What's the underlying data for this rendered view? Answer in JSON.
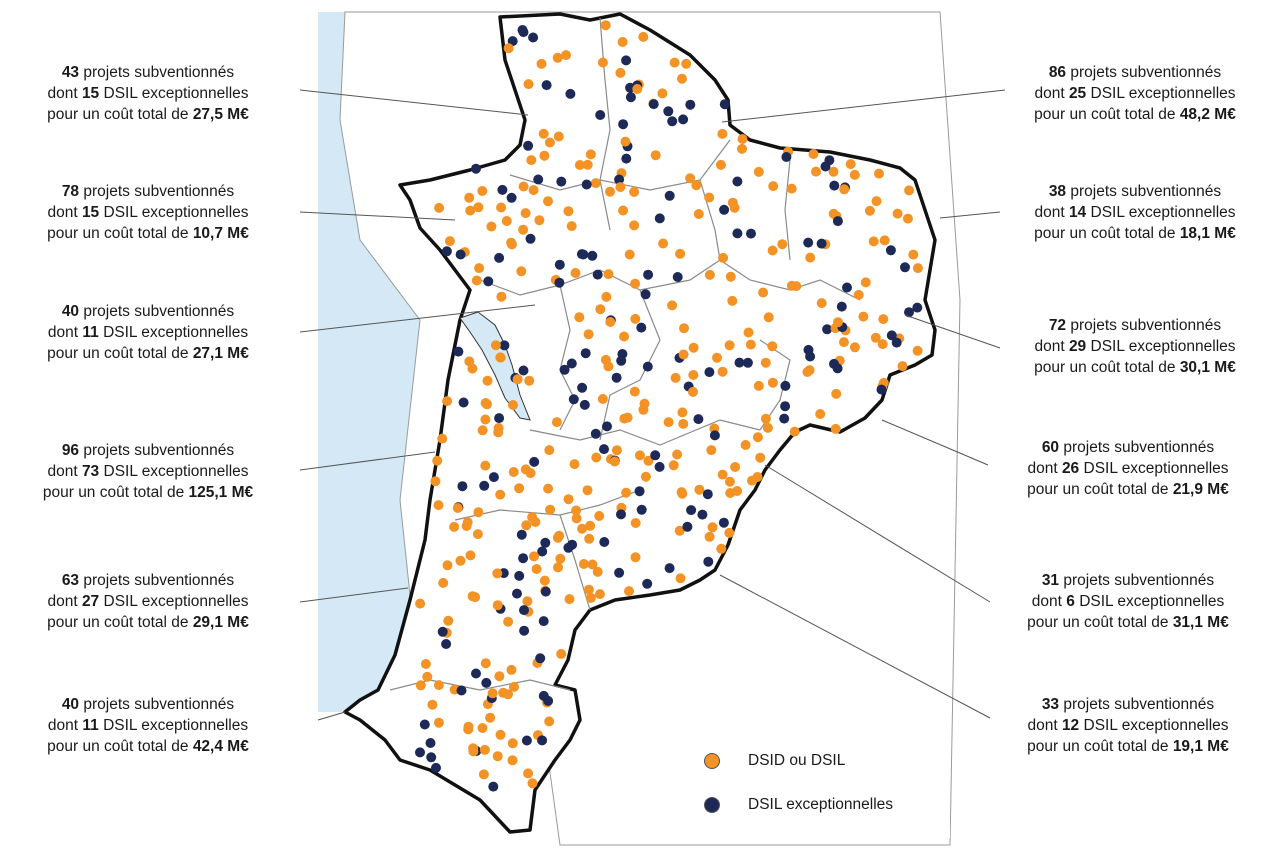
{
  "colors": {
    "sea": "#d4e9f5",
    "region_fill": "#ffffff",
    "outside_fill": "#ffffff",
    "border_region": "#111111",
    "border_dept": "#9a9a9a",
    "dsid": "#f39325",
    "exceptionnelle": "#1d2957"
  },
  "labels": {
    "projets": "projets subventionnés",
    "dont": "dont",
    "dsil_exc": "DSIL exceptionnelles",
    "cout": "pour un coût total de"
  },
  "callouts_left": [
    {
      "projets": "43",
      "dsil": "15",
      "cout": "27,5 M€"
    },
    {
      "projets": "78",
      "dsil": "15",
      "cout": "10,7 M€"
    },
    {
      "projets": "40",
      "dsil": "11",
      "cout": "27,1 M€"
    },
    {
      "projets": "96",
      "dsil": "73",
      "cout": "125,1 M€"
    },
    {
      "projets": "63",
      "dsil": "27",
      "cout": "29,1 M€"
    },
    {
      "projets": "40",
      "dsil": "11",
      "cout": "42,4 M€"
    }
  ],
  "callouts_right": [
    {
      "projets": "86",
      "dsil": "25",
      "cout": "48,2 M€"
    },
    {
      "projets": "38",
      "dsil": "14",
      "cout": "18,1 M€"
    },
    {
      "projets": "72",
      "dsil": "29",
      "cout": "30,1 M€"
    },
    {
      "projets": "60",
      "dsil": "26",
      "cout": "21,9 M€"
    },
    {
      "projets": "31",
      "dsil": "6",
      "cout": "31,1 M€"
    },
    {
      "projets": "33",
      "dsil": "12",
      "cout": "19,1 M€"
    }
  ],
  "legend": {
    "dsid": "DSID ou DSIL",
    "exceptionnelle": "DSIL exceptionnelles"
  }
}
